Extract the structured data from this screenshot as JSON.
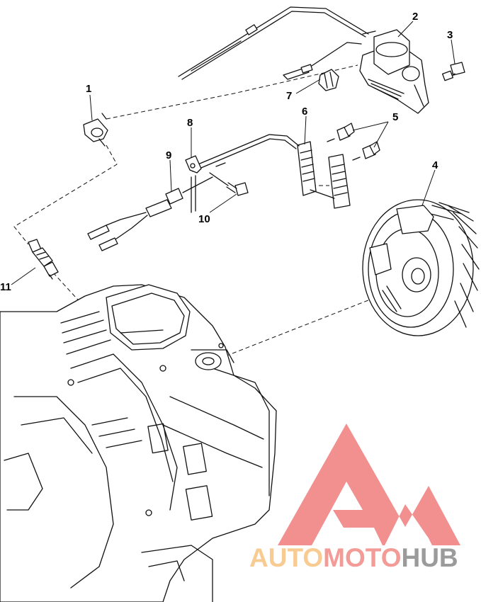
{
  "callouts": [
    {
      "id": "1",
      "label": "1"
    },
    {
      "id": "2",
      "label": "2"
    },
    {
      "id": "3",
      "label": "3"
    },
    {
      "id": "4",
      "label": "4"
    },
    {
      "id": "5",
      "label": "5"
    },
    {
      "id": "6",
      "label": "6"
    },
    {
      "id": "7",
      "label": "7"
    },
    {
      "id": "8",
      "label": "8"
    },
    {
      "id": "9",
      "label": "9"
    },
    {
      "id": "10",
      "label": "10"
    },
    {
      "id": "11",
      "label": "11"
    }
  ],
  "watermark": {
    "part1": "AUTO",
    "part2": "MOTO",
    "part3": "HUB",
    "color_auto": "#f6c27f",
    "color_moto": "#f08a86",
    "color_hub": "#8a8a8a",
    "logo_color": "#f07b7b"
  }
}
